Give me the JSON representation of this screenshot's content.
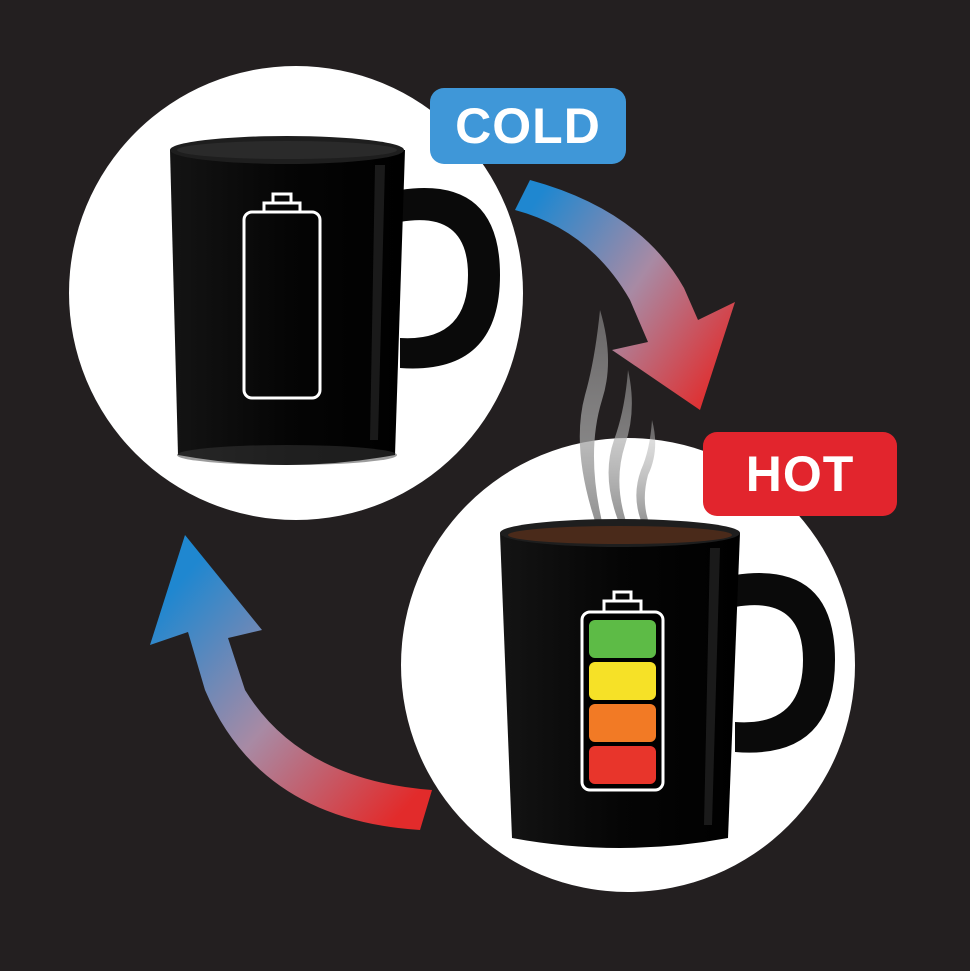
{
  "cold": {
    "label": "COLD",
    "color": "#3f97d8",
    "battery_charge_levels": 0
  },
  "hot": {
    "label": "HOT",
    "color": "#e2252d",
    "battery_charge_levels": 4,
    "battery_colors": [
      "#e8352b",
      "#f27a25",
      "#f6e127",
      "#5dbb46"
    ]
  },
  "colors": {
    "background": "#231f20",
    "arrow_cold": "#1f87d0",
    "arrow_hot": "#e22b2b",
    "steam": "#8c8c8c",
    "coffee": "#4a2a1a"
  },
  "icons": [
    "mug-icon",
    "battery-empty-icon",
    "battery-full-icon",
    "steam-icon",
    "cycle-arrow-icon"
  ]
}
